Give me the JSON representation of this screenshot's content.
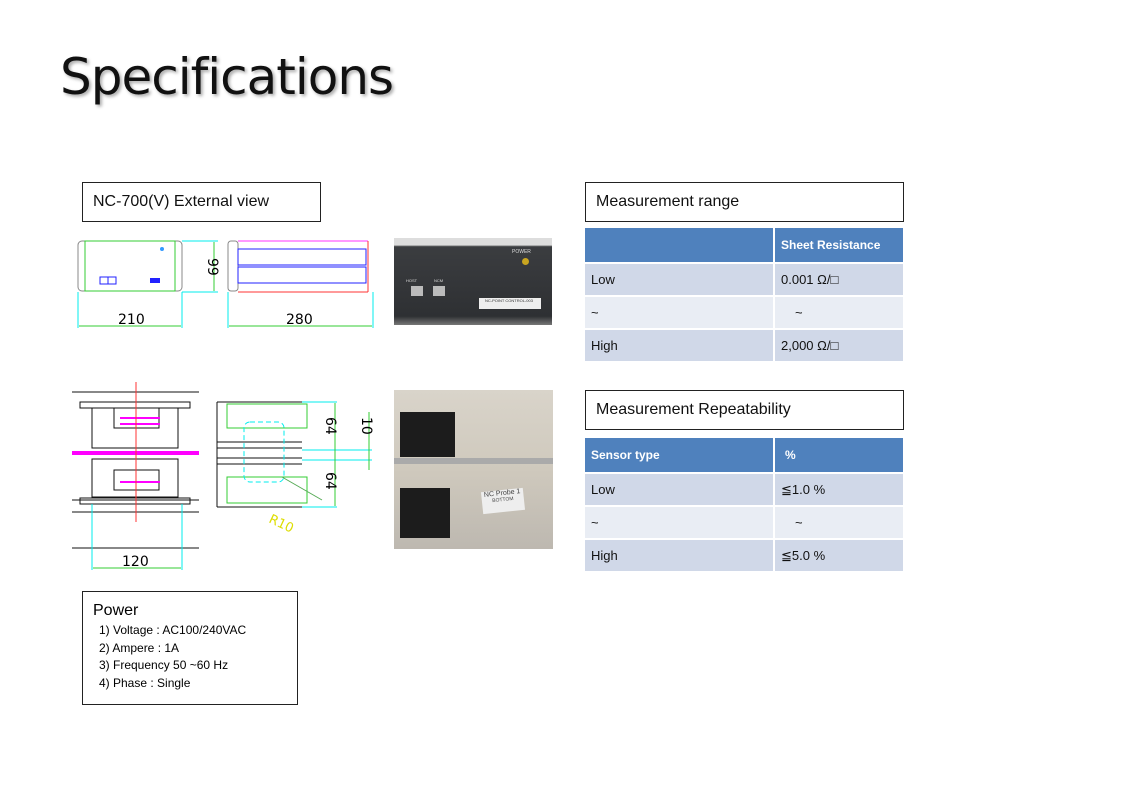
{
  "title": "Specifications",
  "external_view": {
    "label": "NC-700(V) External view",
    "dims": {
      "front_width": "210",
      "height": "99",
      "side_length": "280",
      "probe_width": "120",
      "probe_h1": "64",
      "probe_gap": "10",
      "probe_h2": "64",
      "radius": "R10"
    },
    "photo_front": {
      "power": "POWER",
      "host": "HOST",
      "ncm": "NCM",
      "plate": "NC-POINT CONTROL-003"
    },
    "photo_probe": {
      "label1": "NC Probe 1",
      "label2": "BOTTOM"
    }
  },
  "measurement_range": {
    "label": "Measurement range",
    "headers": [
      "",
      "Sheet Resistance"
    ],
    "rows": [
      [
        "Low",
        "0.001 Ω/□"
      ],
      [
        "~",
        "~"
      ],
      [
        "High",
        "2,000 Ω/□"
      ]
    ]
  },
  "repeatability": {
    "label": "Measurement Repeatability",
    "headers": [
      "Sensor type",
      "%"
    ],
    "rows": [
      [
        "Low",
        "≦1.0 %"
      ],
      [
        "~",
        "~"
      ],
      [
        "High",
        "≦5.0 %"
      ]
    ]
  },
  "power": {
    "label": "Power",
    "items": [
      "1)  Voltage : AC100/240VAC",
      "2)  Ampere : 1A",
      "3)  Frequency 50 ~60 Hz",
      "4)  Phase : Single"
    ]
  }
}
